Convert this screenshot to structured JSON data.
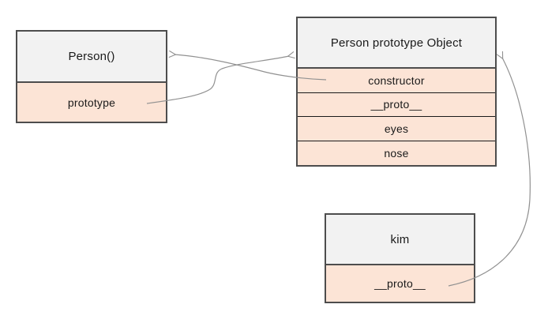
{
  "diagram": {
    "person_box": {
      "title": "Person()",
      "rows": [
        "prototype"
      ]
    },
    "proto_object_box": {
      "title": "Person prototype Object",
      "rows": [
        "constructor",
        "__proto__",
        "eyes",
        "nose"
      ]
    },
    "kim_box": {
      "title": "kim",
      "rows": [
        "__proto__"
      ]
    },
    "arrows": [
      {
        "name": "prototype-to-proto-object",
        "from": "prototype",
        "to": "Person prototype Object"
      },
      {
        "name": "constructor-to-person",
        "from": "constructor",
        "to": "Person()"
      },
      {
        "name": "kim-proto-to-proto-object",
        "from": "__proto__",
        "to": "Person prototype Object"
      }
    ],
    "colors": {
      "header_fill": "#f2f2f2",
      "row_fill": "#fce4d6",
      "border": "#4d4d4d",
      "row_divider": "#1a1a1a",
      "arrow": "#919191",
      "text": "#1a1a1a",
      "background": "#ffffff"
    }
  }
}
